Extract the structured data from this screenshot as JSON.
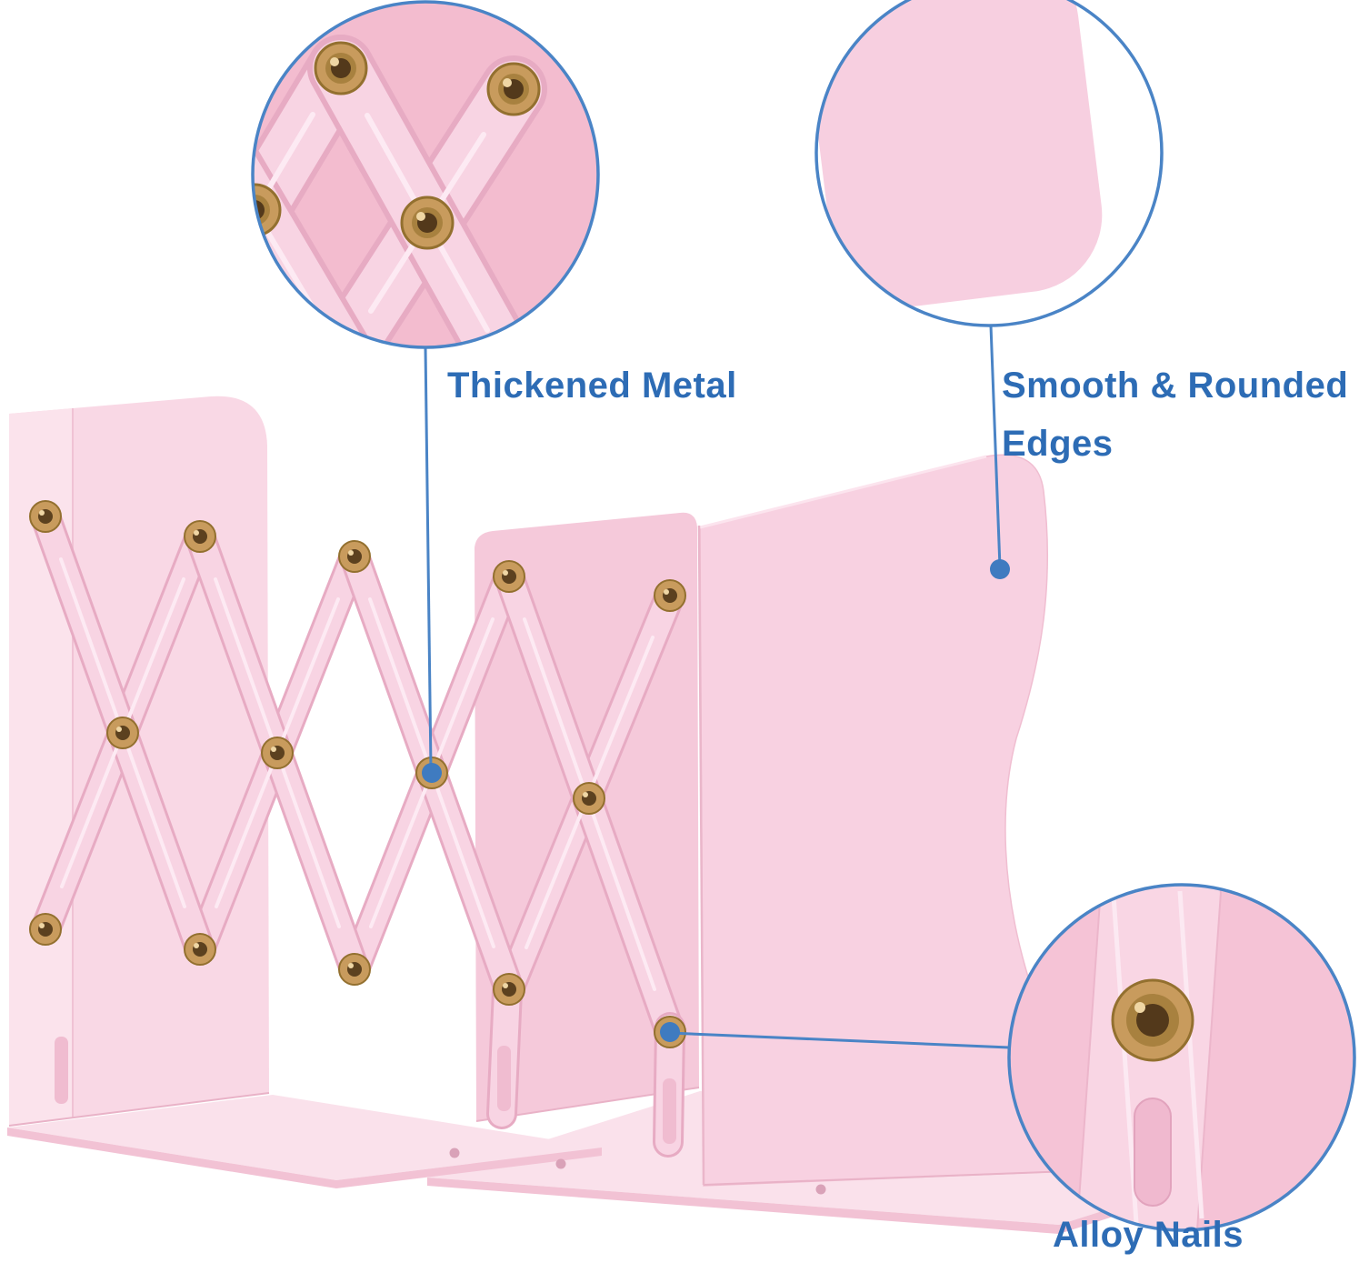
{
  "callouts": {
    "thickened_metal": {
      "label": "Thickened Metal"
    },
    "smooth_rounded": {
      "label": "Smooth & Rounded Edges"
    },
    "alloy_nails": {
      "label": "Alloy Nails"
    }
  },
  "colors": {
    "accent_blue": "#2d6cb5",
    "line_blue": "#4a84c6",
    "panel_pink": "#f8d3e2",
    "strap_pink": "#f8d4e3",
    "strap_edge_pink": "#e7abc3",
    "base_pink": "#fae1eb",
    "brass": "#c89b5d"
  }
}
